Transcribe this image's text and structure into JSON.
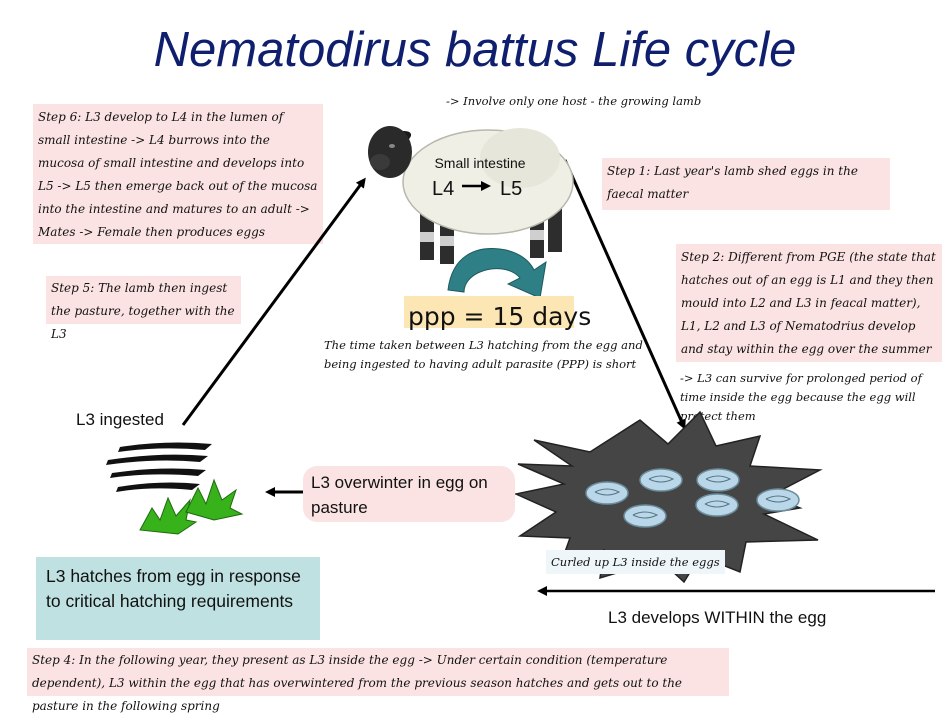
{
  "title": "Nematodirus battus Life cycle",
  "host_note": "-> Involve only one host - the growing lamb",
  "step6": "Step 6: L3 develop to L4 in the lumen of small intestine -> L4 burrows into the mucosa of small intestine and develops into L5 -> L5 then emerge back out of the mucosa into the intestine and matures to an adult -> Mates -> Female then produces eggs",
  "step5": "Step 5: The lamb then ingest the pasture, together with the L3",
  "step1": "Step 1: Last year's lamb shed eggs in the faecal matter",
  "step2": "Step 2: Different from PGE (the state that hatches out of an egg is L1 and they then mould into L2 and L3 in feacal matter), L1, L2 and L3 of Nematodrius develop and stay within the egg over the summer",
  "step2_note": "-> L3 can survive for prolonged period of time inside the egg because the egg will protect them",
  "small_intestine": "Small intestine",
  "l4": "L4",
  "l5": "L5",
  "ppp": "ppp = 15 days",
  "ppp_note": "The time taken between L3 hatching from the egg and being ingested to having adult parasite (PPP) is short",
  "l3_ingested": "L3 ingested",
  "overwinter": "L3 overwinter in egg on pasture",
  "hatches": "L3 hatches from egg in response to critical hatching requirements",
  "curled": "Curled up L3 inside the eggs",
  "develops": "L3 develops WITHIN the egg",
  "step4": "Step 4: In the following year, they present as L3 inside the egg -> Under certain condition (temperature dependent), L3 within the egg that has overwintered from the previous season hatches and gets out to the pasture in the following spring",
  "colors": {
    "title": "#0f1f6e",
    "pink_box": "#fbe3e3",
    "teal_box": "#bfe1e1",
    "ppp_highlight": "#fbe6b4",
    "egg_fill": "#b9d7e8",
    "faeces": "#4a4a4a",
    "grass": "#37b21a"
  }
}
